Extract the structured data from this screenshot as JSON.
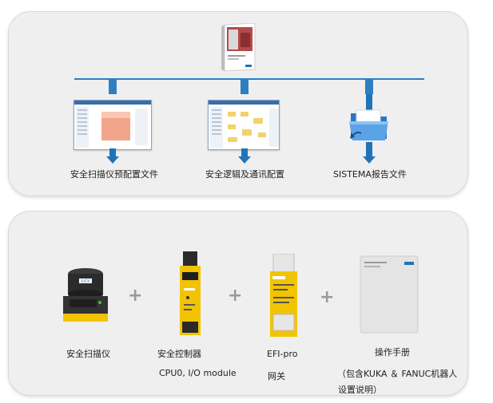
{
  "top": {
    "labels": {
      "preconfig": "安全扫描仪预配置文件",
      "logic": "安全逻辑及通讯配置",
      "sistema": "SISTEMA报告文件"
    },
    "brand_mark": "SICK"
  },
  "bottom": {
    "items": [
      {
        "label": "安全扫描仪"
      },
      {
        "label": "安全控制器",
        "sub": "CPU0, I/O module"
      },
      {
        "label": "EFI-pro",
        "sub": "网关"
      },
      {
        "label": "操作手册",
        "sub": "（包含KUKA ＆ FANUC机器人",
        "sub2": "设置说明）"
      }
    ],
    "plus": "+"
  },
  "colors": {
    "accent_blue": "#1f74b9",
    "panel_bg": "#efefef",
    "sick_yellow": "#f2c400"
  }
}
